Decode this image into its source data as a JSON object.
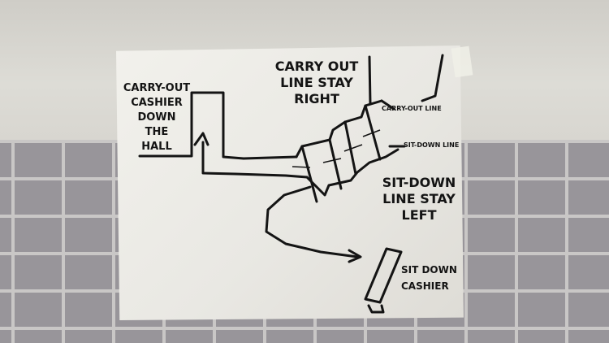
{
  "sign": {
    "carryout_cashier": [
      "Carry-Out",
      "Cashier",
      "Down",
      "The",
      "Hall"
    ],
    "carryout_line_stay": [
      "Carry Out",
      "Line Stay",
      "Right"
    ],
    "carryout_line_tag": "Carry-Out Line",
    "sitdown_line_tag": "Sit-Down Line",
    "sitdown_line_stay": [
      "Sit-Down",
      "Line Stay",
      "Left"
    ],
    "sitdown_cashier": [
      "Sit Down",
      "Cashier"
    ]
  },
  "colors": {
    "ink": "#141414",
    "paper": "#efeee9",
    "tile": "#98959a",
    "grout": "#c9c7c6",
    "wall": "#d6d4ce"
  }
}
